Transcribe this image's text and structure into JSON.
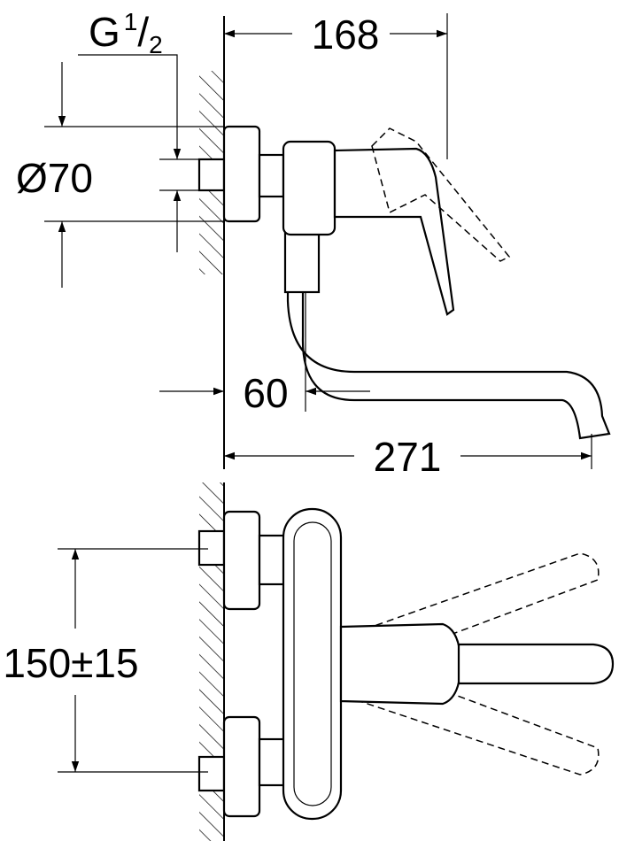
{
  "dimensions": {
    "thread": {
      "main": "G",
      "num": "1",
      "den": "2"
    },
    "projection": "168",
    "rosette_diameter": "Ø70",
    "wall_offset": "60",
    "spout_reach": "271",
    "centre_distance": "150±15"
  }
}
